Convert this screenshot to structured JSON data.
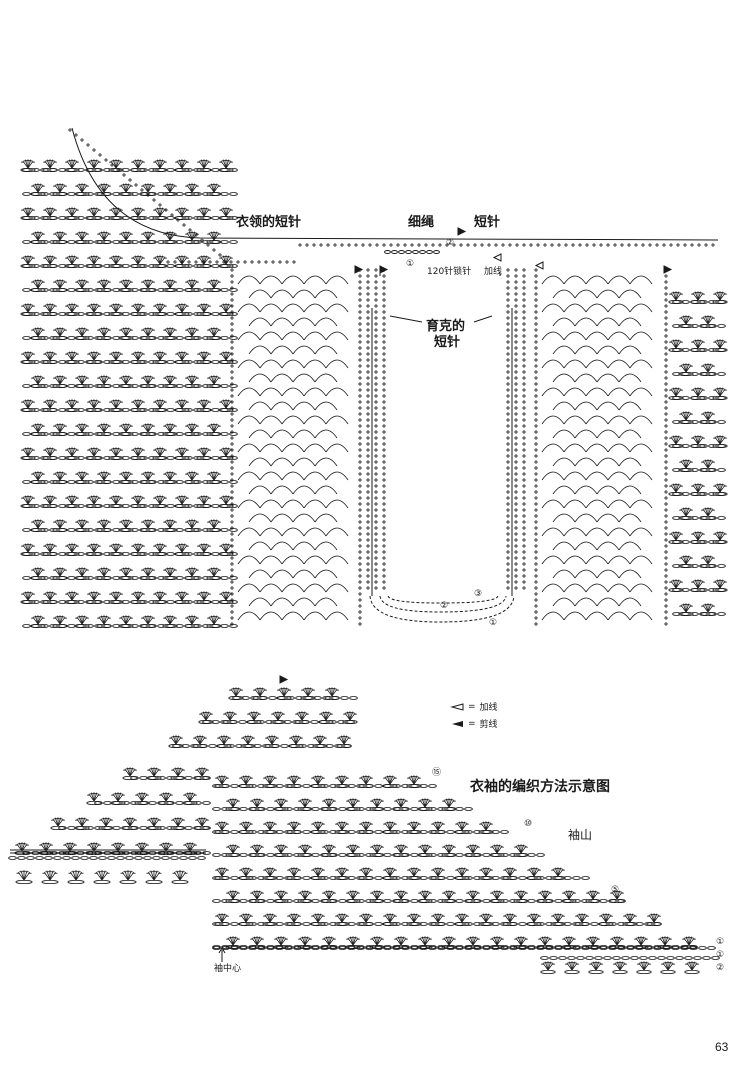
{
  "labels": {
    "collar_short_stitch": "衣领的短针",
    "thin_cord": "细绳",
    "short_stitch": "短针",
    "chain_120": "120针锁针",
    "join_yarn": "加线",
    "yoke_short_stitch_l1": "育克的",
    "yoke_short_stitch_l2": "短针",
    "sleeve_title": "衣袖的编织方法示意图",
    "sleeve_cap": "袖山",
    "sleeve_center": "袖中心"
  },
  "legend": [
    {
      "symbol": "open-triangle-icon",
      "eq": "=",
      "text": "加线"
    },
    {
      "symbol": "filled-triangle-icon",
      "eq": "=",
      "text": "剪线"
    }
  ],
  "row_markers": {
    "collar_1": "①",
    "collar_2": "②",
    "bottom_1": "①",
    "bottom_2": "②",
    "bottom_3": "③",
    "sleeve_15": "⑮",
    "sleeve_10": "⑩",
    "sleeve_5": "⑤",
    "sleeve_1": "①",
    "sleeve_1b": "①",
    "sleeve_2": "②"
  },
  "page_number": "63",
  "colors": {
    "ink": "#1a1a1a",
    "paper": "#ffffff"
  }
}
